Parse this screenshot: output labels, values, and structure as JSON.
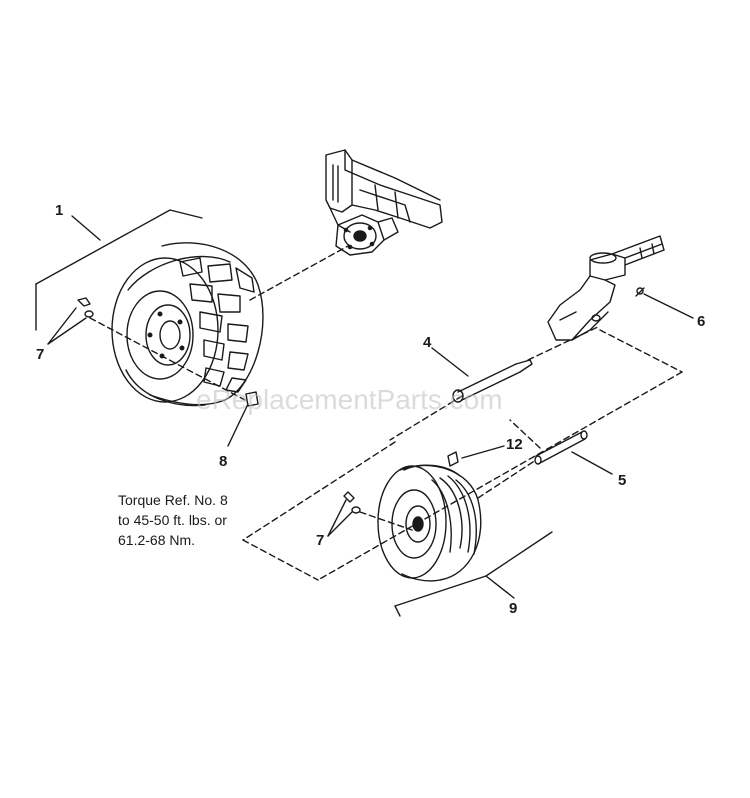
{
  "callouts": [
    {
      "key": "c1",
      "text": "1"
    },
    {
      "key": "c4",
      "text": "4"
    },
    {
      "key": "c5",
      "text": "5"
    },
    {
      "key": "c6",
      "text": "6"
    },
    {
      "key": "c7a",
      "text": "7"
    },
    {
      "key": "c7b",
      "text": "7"
    },
    {
      "key": "c8",
      "text": "8"
    },
    {
      "key": "c9",
      "text": "9"
    },
    {
      "key": "c12",
      "text": "12"
    }
  ],
  "note": {
    "line1": "Torque Ref. No. 8",
    "line2": "to 45-50 ft. lbs. or",
    "line3": "61.2-68 Nm."
  },
  "watermark": "eReplacementParts.com",
  "colors": {
    "ink": "#1a1a1a",
    "background": "#ffffff",
    "watermark": "#bebebe"
  }
}
